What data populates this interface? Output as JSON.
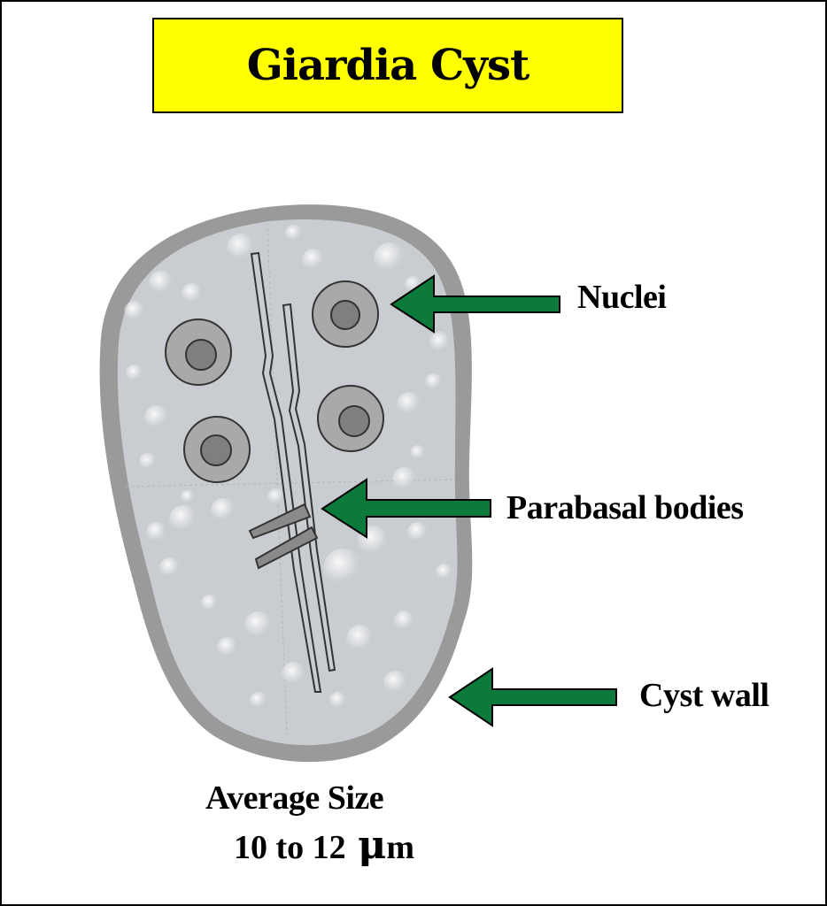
{
  "title": "Giardia Cyst",
  "labels": {
    "nuclei": "Nuclei",
    "parabasal_bodies": "Parabasal bodies",
    "cyst_wall": "Cyst wall"
  },
  "size": {
    "heading": "Average Size",
    "range": "10 to 12",
    "unit_symbol": "μ",
    "unit_suffix": "m"
  },
  "colors": {
    "title_background": "#ffff00",
    "arrow": "#0b7a3b",
    "cyst_wall": "#9a9a9a",
    "cytoplasm": "#c9ccd0",
    "nucleus_outer": "#a9a9a9",
    "nucleus_inner": "#7f7f7f"
  }
}
